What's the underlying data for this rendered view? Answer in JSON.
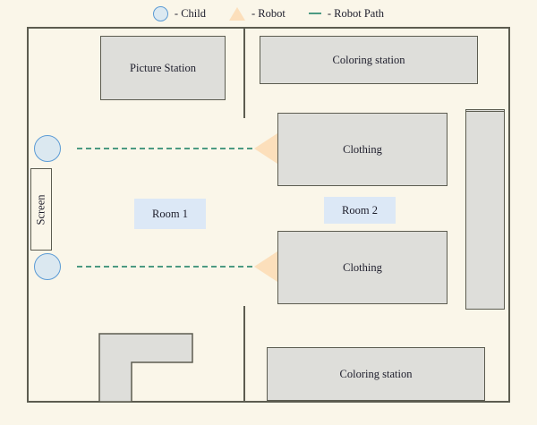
{
  "legend": {
    "items": [
      {
        "icon": "child-circle-icon",
        "label": "- Child"
      },
      {
        "icon": "robot-triangle-icon",
        "label": "- Robot"
      },
      {
        "icon": "robot-path-dash-icon",
        "label": "- Robot Path"
      }
    ]
  },
  "colors": {
    "background": "#faf6e9",
    "wall": "#5c5c50",
    "furniture_fill": "#dededa",
    "room_label_fill": "#dce8f6",
    "child_fill": "#dbe8f0",
    "child_stroke": "#5b9bd5",
    "robot_fill": "#fcdfbb",
    "path_stroke": "#4c9a82",
    "text": "#1d1d2b"
  },
  "plan": {
    "rooms": [
      {
        "id": "room-1",
        "label": "Room 1"
      },
      {
        "id": "room-2",
        "label": "Room 2"
      }
    ],
    "furniture": [
      {
        "id": "picture-station",
        "label": "Picture Station"
      },
      {
        "id": "coloring-station-top",
        "label": "Coloring station"
      },
      {
        "id": "clothing-upper",
        "label": "Clothing"
      },
      {
        "id": "clothing-lower",
        "label": "Clothing"
      },
      {
        "id": "coloring-station-bottom",
        "label": "Coloring station"
      },
      {
        "id": "shelf-right",
        "label": ""
      },
      {
        "id": "shelf-top-right",
        "label": ""
      },
      {
        "id": "counter-bottom-left",
        "label": ""
      }
    ],
    "screen": {
      "id": "screen",
      "label": "Screen"
    },
    "agents": [
      {
        "id": "child-upper",
        "type": "child"
      },
      {
        "id": "child-lower",
        "type": "child"
      },
      {
        "id": "robot-upper",
        "type": "robot"
      },
      {
        "id": "robot-lower",
        "type": "robot"
      }
    ],
    "paths": [
      {
        "id": "robot-path-upper"
      },
      {
        "id": "robot-path-lower"
      }
    ]
  }
}
